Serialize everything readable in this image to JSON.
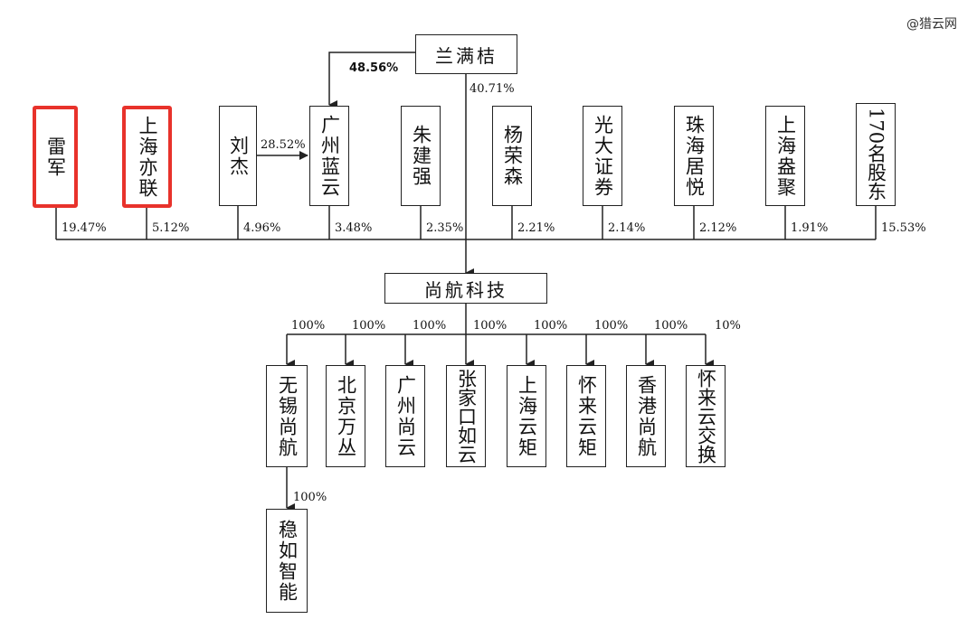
{
  "watermark": "@猎云网",
  "top_holder": "兰满桔",
  "top_links": {
    "to_guangzhou_lanyun": "48.56%",
    "to_company": "40.71%"
  },
  "liu_to_lanyun": "28.52%",
  "shareholders": [
    {
      "name": "雷军",
      "pct": "19.47%",
      "highlight": true
    },
    {
      "name": "上海亦联",
      "pct": "5.12%",
      "highlight": true
    },
    {
      "name": "刘杰",
      "pct": "4.96%",
      "highlight": false
    },
    {
      "name": "广州蓝云",
      "pct": "3.48%",
      "highlight": false
    },
    {
      "name": "朱建强",
      "pct": "2.35%",
      "highlight": false
    },
    {
      "name": "杨荣森",
      "pct": "2.21%",
      "highlight": false
    },
    {
      "name": "光大证券",
      "pct": "2.14%",
      "highlight": false
    },
    {
      "name": "珠海居悦",
      "pct": "2.12%",
      "highlight": false
    },
    {
      "name": "上海盎聚",
      "pct": "1.91%",
      "highlight": false
    },
    {
      "name": "170名股东",
      "pct": "15.53%",
      "highlight": false
    }
  ],
  "company": "尚航科技",
  "subsidiaries": [
    {
      "name": "无锡尚航",
      "pct": "100%"
    },
    {
      "name": "北京万丛",
      "pct": "100%"
    },
    {
      "name": "广州尚云",
      "pct": "100%"
    },
    {
      "name": "张家口如云",
      "pct": "100%"
    },
    {
      "name": "上海云矩",
      "pct": "100%"
    },
    {
      "name": "怀来云矩",
      "pct": "100%"
    },
    {
      "name": "香港尚航",
      "pct": "100%"
    },
    {
      "name": "怀来云交换",
      "pct": "10%"
    }
  ],
  "grandchild": {
    "name": "稳如智能",
    "pct": "100%"
  }
}
